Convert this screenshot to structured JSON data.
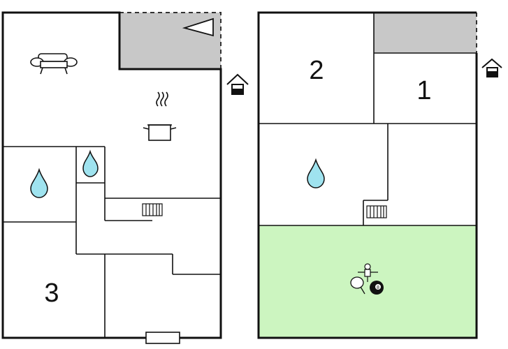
{
  "floors": [
    {
      "rooms": [
        {
          "label": "3",
          "kind": "bedroom"
        },
        {
          "label": "",
          "kind": "bathroom"
        },
        {
          "label": "",
          "kind": "shower"
        },
        {
          "label": "",
          "kind": "living-kitchen"
        }
      ],
      "icons": [
        "sofa-icon",
        "cooking-pot-icon",
        "water-drop-icon",
        "water-drop-icon",
        "radiator-icon",
        "entrance-icon",
        "terrace-flag-icon"
      ]
    },
    {
      "rooms": [
        {
          "label": "2",
          "kind": "bedroom"
        },
        {
          "label": "1",
          "kind": "bedroom"
        },
        {
          "label": "",
          "kind": "bathroom"
        },
        {
          "label": "",
          "kind": "games-room"
        }
      ],
      "icons": [
        "water-drop-icon",
        "radiator-icon",
        "table-football-icon",
        "table-tennis-icon",
        "billiards-ball-icon",
        "entrance-icon"
      ]
    }
  ],
  "billiard_ball_number": "8",
  "colors": {
    "wall": "#111111",
    "terrace": "#c8c8c8",
    "games_room": "#ccf5c0",
    "water": "#9fe3ef"
  }
}
